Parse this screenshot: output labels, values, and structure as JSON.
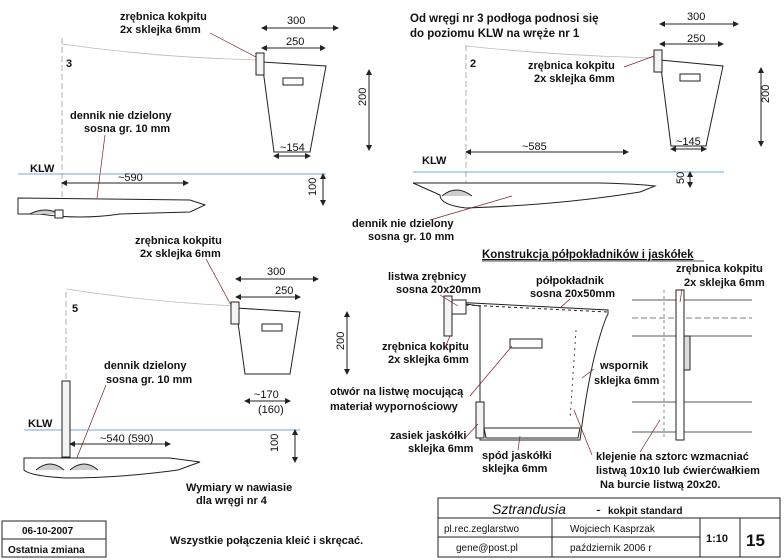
{
  "section_3": {
    "number": "3",
    "cockpit_edge": [
      "zrębnica kokpitu",
      "2x sklejka 6mm"
    ],
    "dim_300": "300",
    "dim_250": "250",
    "dim_200": "200",
    "dim_154": "~154",
    "frame": [
      "dennik nie dzielony",
      "sosna gr. 10 mm"
    ],
    "klw": "KLW",
    "dim_590": "~590",
    "dim_100": "100"
  },
  "section_2": {
    "note": [
      "Od wręgi nr 3 podłoga podnosi się",
      "do poziomu  KLW na wręże nr 1"
    ],
    "number": "2",
    "cockpit_edge": [
      "zrębnica kokpitu",
      "2x sklejka 6mm"
    ],
    "dim_300": "300",
    "dim_250": "250",
    "dim_200": "200",
    "dim_145": "~145",
    "klw": "KLW",
    "dim_585": "~585",
    "dim_50": "50",
    "frame": [
      "dennik nie dzielony",
      "sosna gr. 10 mm"
    ]
  },
  "section_5": {
    "number": "5",
    "cockpit_edge": [
      "zrębnica kokpitu",
      "2x sklejka 6mm"
    ],
    "dim_300": "300",
    "dim_250": "250",
    "dim_200": "200",
    "dim_170": "~170",
    "dim_160": "(160)",
    "frame": [
      "dennik dzielony",
      "sosna gr. 10 mm"
    ],
    "klw": "KLW",
    "dim_540": "~540 (590)",
    "dim_100": "100",
    "bracket_note": [
      "Wymiary w nawiasie",
      "dla wręgi nr 4"
    ]
  },
  "construction": {
    "heading": "Konstrukcja półpokładników i jaskółek",
    "strip": [
      "listwa zrębnicy",
      "sosna 20x20mm"
    ],
    "half_beam": [
      "półpokładnik",
      "sosna 20x50mm"
    ],
    "cockpit_edge": [
      "zrębnica kokpitu",
      "2x sklejka 6mm"
    ],
    "cutout": [
      "otwór na listwę mocującą",
      "materiał wypornościowy"
    ],
    "gusset_top": [
      "zasiek jaskółki",
      "sklejka 6mm"
    ],
    "gusset_bottom": [
      "spód jaskółki",
      "sklejka 6mm"
    ],
    "support": [
      "wspornik",
      "sklejka 6mm"
    ],
    "cockpit_edge_right": [
      "zrębnica kokpitu",
      "2x sklejka 6mm"
    ],
    "glue_note": [
      "klejenie na sztorc wzmacniać",
      "listwą 10x10 lub ćwierćwałkiem",
      "Na burcie listwą 20x20."
    ]
  },
  "footer": {
    "date": "06-10-2007",
    "last_change": "Ostatnia zmiana",
    "note": "Wszystkie połączenia kleić i skręcać.",
    "boat": "Sztrandusia",
    "dash": "-",
    "subtitle": "kokpit standard",
    "site": "pl.rec.zeglarstwo",
    "author": "Wojciech Kasprzak",
    "scale": "1:10",
    "sheet": "15",
    "email": "gene@post.pl",
    "month": "październik 2006 r"
  },
  "colors": {
    "waterline": "#6fa8dc",
    "ink": "#222222",
    "leader": "#7a1f1f"
  }
}
